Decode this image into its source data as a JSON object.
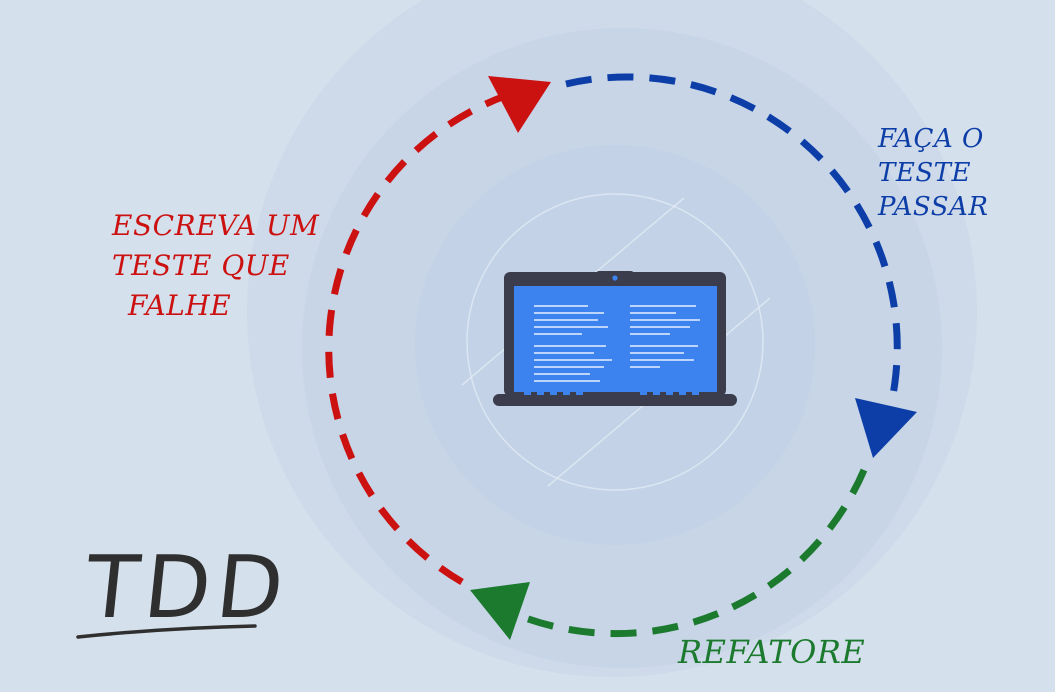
{
  "diagram": {
    "steps": [
      {
        "id": "red",
        "lines": [
          "Escreva um",
          "teste que",
          "falhe"
        ],
        "color": "#cc1111"
      },
      {
        "id": "blue",
        "lines": [
          "Faça o",
          "teste",
          "passar"
        ],
        "color": "#0d3ea8"
      },
      {
        "id": "green",
        "lines": [
          "Refatore"
        ],
        "color": "#1c7a2e"
      }
    ],
    "title": "TDD"
  },
  "colors": {
    "background": "#d4e0ec",
    "halo": "#c3d3e6",
    "laptop_body": "#3b3d4d",
    "laptop_screen": "#3d83f0"
  }
}
